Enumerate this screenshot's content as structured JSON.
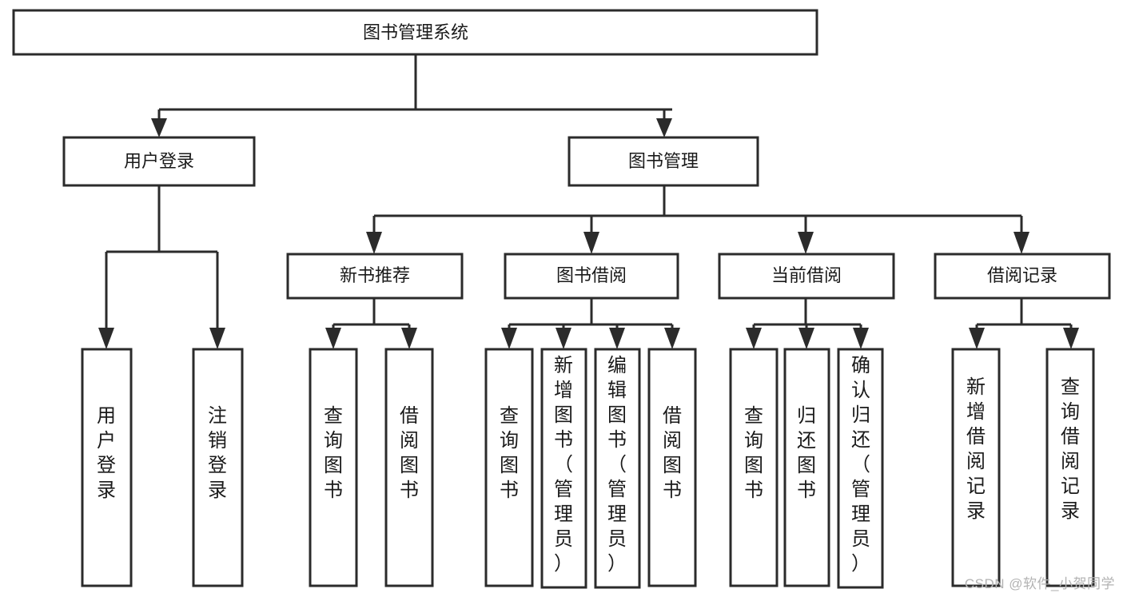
{
  "diagram": {
    "type": "tree-hierarchy-diagram",
    "title": "图书管理系统",
    "root": {
      "id": "root",
      "label": "图书管理系统",
      "orientation": "horizontal"
    },
    "level1": [
      {
        "id": "user-login",
        "label": "用户登录",
        "orientation": "horizontal"
      },
      {
        "id": "book-management",
        "label": "图书管理",
        "orientation": "horizontal"
      }
    ],
    "level2": [
      {
        "id": "new-book-recommend",
        "label": "新书推荐",
        "orientation": "horizontal",
        "parent": "book-management"
      },
      {
        "id": "book-borrow",
        "label": "图书借阅",
        "orientation": "horizontal",
        "parent": "book-management"
      },
      {
        "id": "current-borrow",
        "label": "当前借阅",
        "orientation": "horizontal",
        "parent": "book-management"
      },
      {
        "id": "borrow-record",
        "label": "借阅记录",
        "orientation": "horizontal",
        "parent": "book-management"
      }
    ],
    "leaves": [
      {
        "id": "leaf-user-login",
        "label": "用户登录",
        "orientation": "vertical",
        "parent": "user-login"
      },
      {
        "id": "leaf-logout-login",
        "label": "注销登录",
        "orientation": "vertical",
        "parent": "user-login"
      },
      {
        "id": "leaf-query-book-1",
        "label": "查询图书",
        "orientation": "vertical",
        "parent": "new-book-recommend"
      },
      {
        "id": "leaf-borrow-book-1",
        "label": "借阅图书",
        "orientation": "vertical",
        "parent": "new-book-recommend"
      },
      {
        "id": "leaf-query-book-2",
        "label": "查询图书",
        "orientation": "vertical",
        "parent": "book-borrow"
      },
      {
        "id": "leaf-add-book",
        "label": "新增图书（管理员）",
        "orientation": "vertical",
        "parent": "book-borrow"
      },
      {
        "id": "leaf-edit-book",
        "label": "编辑图书（管理员）",
        "orientation": "vertical",
        "parent": "book-borrow"
      },
      {
        "id": "leaf-borrow-book-2",
        "label": "借阅图书",
        "orientation": "vertical",
        "parent": "book-borrow"
      },
      {
        "id": "leaf-query-book-3",
        "label": "查询图书",
        "orientation": "vertical",
        "parent": "current-borrow"
      },
      {
        "id": "leaf-return-book",
        "label": "归还图书",
        "orientation": "vertical",
        "parent": "current-borrow"
      },
      {
        "id": "leaf-confirm-return",
        "label": "确认归还（管理员）",
        "orientation": "vertical",
        "parent": "current-borrow"
      },
      {
        "id": "leaf-add-record",
        "label": "新增借阅记录",
        "orientation": "vertical",
        "parent": "borrow-record"
      },
      {
        "id": "leaf-query-record",
        "label": "查询借阅记录",
        "orientation": "vertical",
        "parent": "borrow-record"
      }
    ],
    "colors": {
      "box_fill": "#ffffff",
      "box_stroke": "#2b2b2b",
      "text": "#1a1a1a",
      "background": "#ffffff",
      "watermark": "#b3b3b3"
    }
  },
  "watermark": {
    "text": "CSDN @软件_小贺同学"
  }
}
